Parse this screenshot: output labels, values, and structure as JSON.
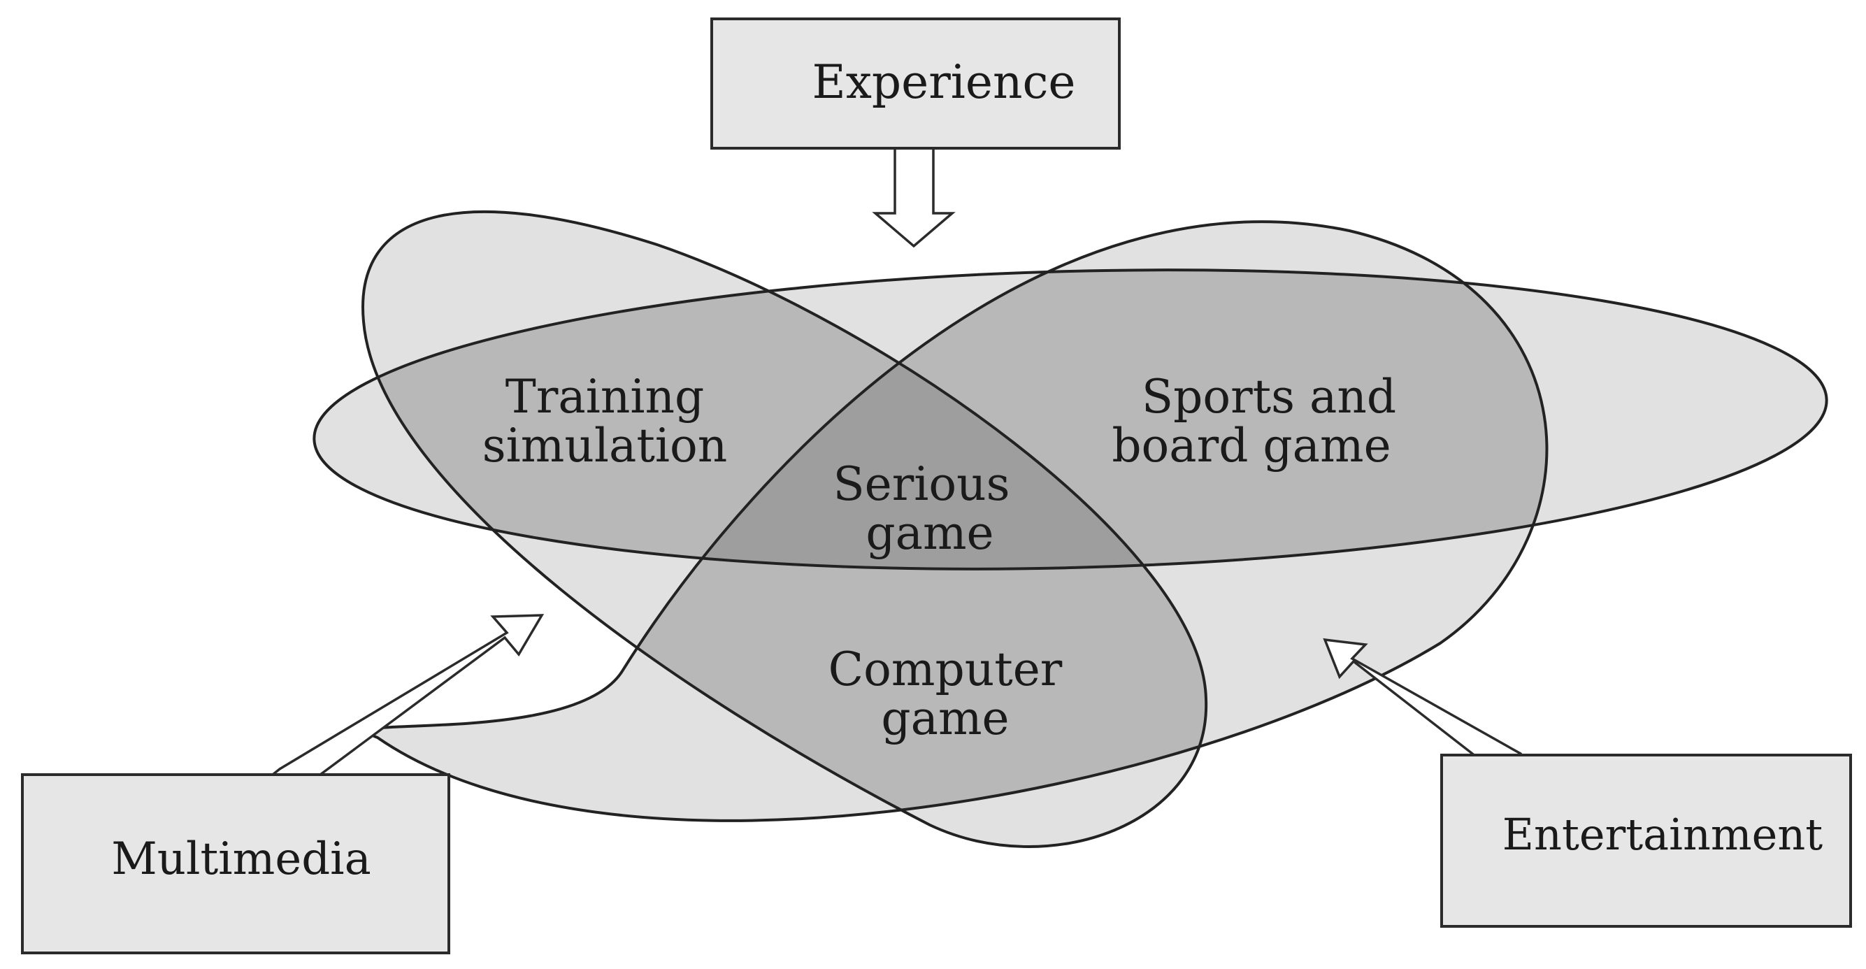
{
  "diagram": {
    "sources": {
      "experience": "Experience",
      "multimedia": "Multimedia",
      "entertainment": "Entertainment"
    },
    "regions": {
      "training_simulation": [
        "Training",
        "simulation"
      ],
      "sports_board_game": [
        "Sports and",
        "board game"
      ],
      "serious_game": [
        "Serious",
        "game"
      ],
      "computer_game": [
        "Computer",
        "game"
      ]
    },
    "colors": {
      "box_fill": "#e6e6e6",
      "single_region": "#e1e1e1",
      "double_overlap": "#b8b8b8",
      "triple_overlap": "#9e9e9e",
      "outline": "#222222",
      "arrow_fill": "#ffffff"
    }
  }
}
